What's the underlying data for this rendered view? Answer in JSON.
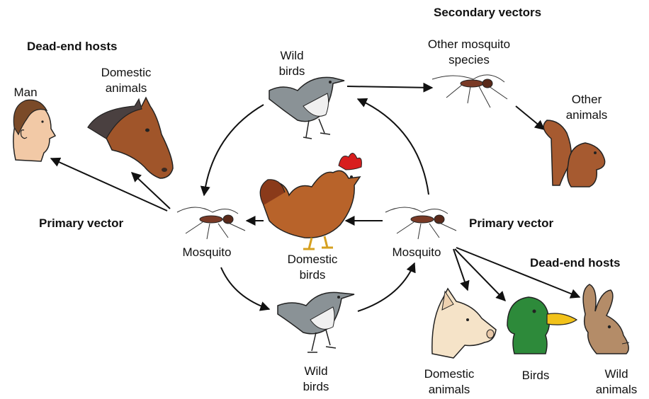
{
  "headings": {
    "dead_end_left": "Dead-end hosts",
    "secondary_vectors": "Secondary vectors",
    "primary_vector_left": "Primary vector",
    "primary_vector_right": "Primary vector",
    "dead_end_right": "Dead-end hosts"
  },
  "labels": {
    "man": "Man",
    "domestic_animals_left_1": "Domestic",
    "domestic_animals_left_2": "animals",
    "wild_birds_top_1": "Wild",
    "wild_birds_top_2": "birds",
    "other_mosquito_1": "Other mosquito",
    "other_mosquito_2": "species",
    "other_animals_1": "Other",
    "other_animals_2": "animals",
    "mosquito_left": "Mosquito",
    "mosquito_right": "Mosquito",
    "domestic_birds_1": "Domestic",
    "domestic_birds_2": "birds",
    "wild_birds_bottom_1": "Wild",
    "wild_birds_bottom_2": "birds",
    "domestic_animals_right_1": "Domestic",
    "domestic_animals_right_2": "animals",
    "birds": "Birds",
    "wild_animals_1": "Wild",
    "wild_animals_2": "animals"
  },
  "colors": {
    "arrow": "#111111",
    "horse": "#a0552a",
    "horse_mane": "#4a4040",
    "rooster_body": "#b8632a",
    "rooster_comb": "#d81e1e",
    "squirrel": "#a65a30",
    "skin": "#f2c9a6",
    "bird_grey": "#8a9296",
    "duck_green": "#2d8a3a",
    "duck_bill": "#f2c21a",
    "pig": "#f5e3c8",
    "rabbit": "#b48c68",
    "mosquito": "#7a3a26"
  },
  "icons": [
    "man-icon",
    "horse-icon",
    "wild-bird-icon",
    "mosquito-icon",
    "squirrel-icon",
    "rooster-icon",
    "pig-icon",
    "duck-icon",
    "rabbit-icon"
  ]
}
